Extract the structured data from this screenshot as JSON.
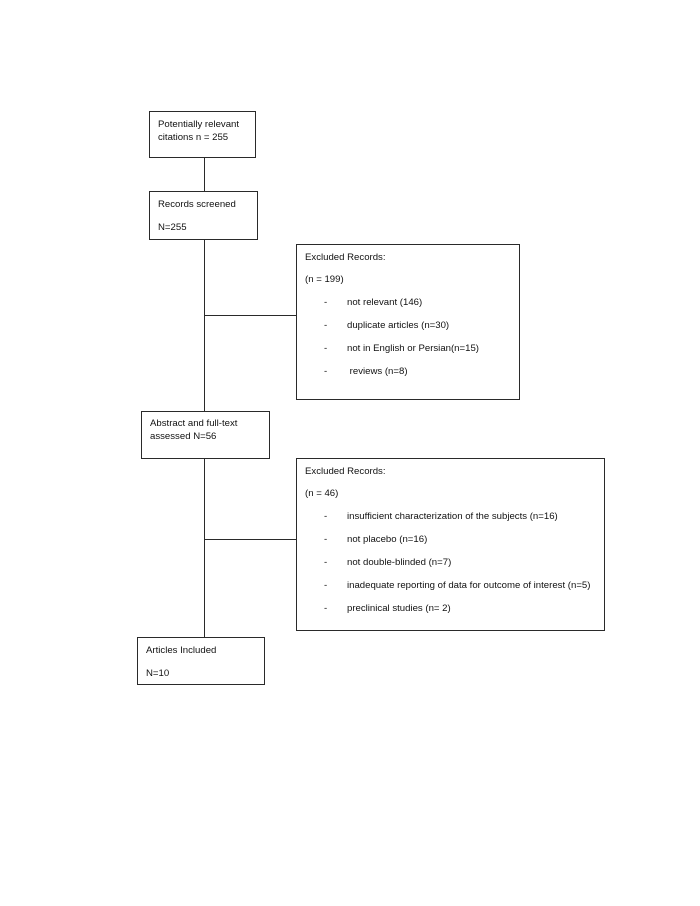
{
  "boxes": {
    "citations": {
      "line1": "Potentially relevant",
      "line2": "citations   n = 255"
    },
    "screened": {
      "line1": "Records screened",
      "line2": "N=255"
    },
    "excluded1": {
      "title": "Excluded Records:",
      "count": "(n = 199)",
      "items": [
        "not relevant (146)",
        "duplicate articles (n=30)",
        "not in English or Persian(n=15)",
        " reviews (n=8)"
      ]
    },
    "assessed": {
      "line1": "Abstract and full-text",
      "line2": "assessed N=56"
    },
    "excluded2": {
      "title": "Excluded Records:",
      "count": "(n = 46)",
      "items": [
        "insufficient characterization of the subjects (n=16)",
        "not placebo (n=16)",
        "not double-blinded (n=7)",
        "inadequate reporting of data for outcome of interest (n=5)",
        "preclinical studies (n= 2)"
      ]
    },
    "included": {
      "line1": "Articles Included",
      "line2": "N=10"
    }
  },
  "bullet": "-"
}
